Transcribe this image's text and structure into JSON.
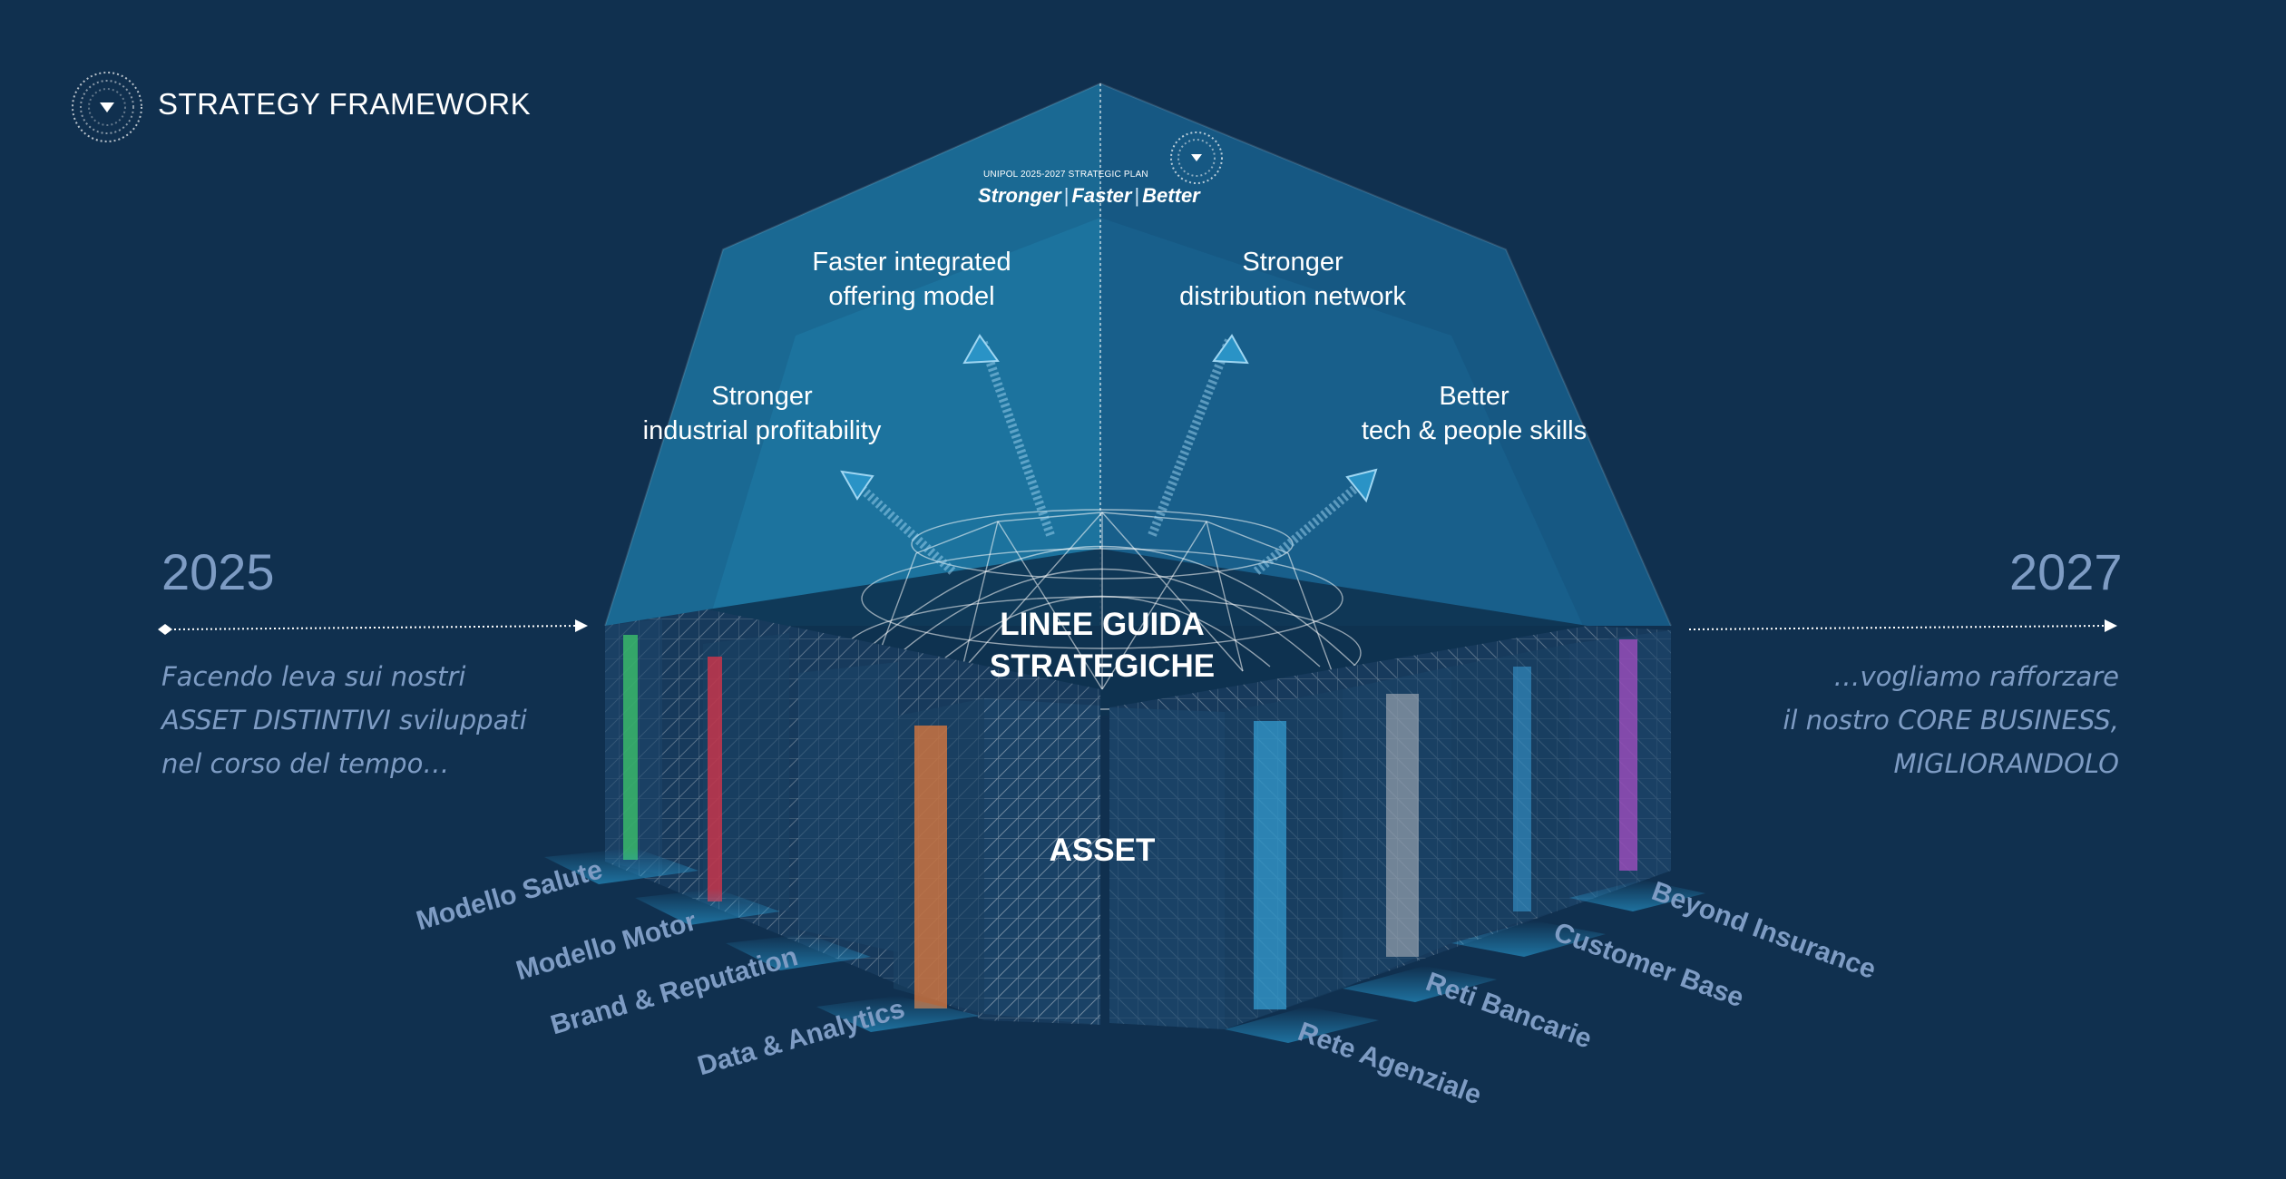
{
  "header": {
    "title": "STRATEGY FRAMEWORK",
    "logo_icon": "unipol-dotted-circle-icon"
  },
  "timeline": {
    "start_year": "2025",
    "end_year": "2027",
    "left_text": [
      "Facendo leva sui nostri",
      "ASSET DISTINTIVI sviluppati",
      "nel corso del tempo…"
    ],
    "right_text": [
      "…vogliamo rafforzare",
      "il nostro CORE BUSINESS,",
      "MIGLIORANDOLO"
    ]
  },
  "plan": {
    "small_title": "UNIPOL 2025-2027 STRATEGIC PLAN",
    "tagline": {
      "w1": "Stronger",
      "w2": "Faster",
      "w3": "Better"
    }
  },
  "guidelines": [
    {
      "line1": "Stronger",
      "line2": "industrial profitability"
    },
    {
      "line1": "Faster integrated",
      "line2": "offering model"
    },
    {
      "line1": "Stronger",
      "line2": "distribution network"
    },
    {
      "line1": "Better",
      "line2": "tech & people skills"
    }
  ],
  "core": {
    "linee_line1": "LINEE GUIDA",
    "linee_line2": "STRATEGICHE",
    "asset": "ASSET"
  },
  "assets_left": [
    "Modello Salute",
    "Modello Motor",
    "Brand & Reputation",
    "Data & Analytics"
  ],
  "assets_right": [
    "Rete Agenziale",
    "Reti Bancarie",
    "Customer Base",
    "Beyond Insurance"
  ],
  "colors": {
    "background": "#10304f",
    "muted_text": "#7e9cc4",
    "prism_light": "#1e7aa6",
    "prism_dark": "#155a86",
    "stripe_salute": "#3bbf6a",
    "stripe_motor": "#d2344a",
    "stripe_data": "#e37b3c",
    "stripe_agenziale": "#38a9e0",
    "stripe_bancarie": "#b9bcc2",
    "stripe_customer": "#3b9fd8",
    "stripe_beyond": "#b14ec9"
  }
}
